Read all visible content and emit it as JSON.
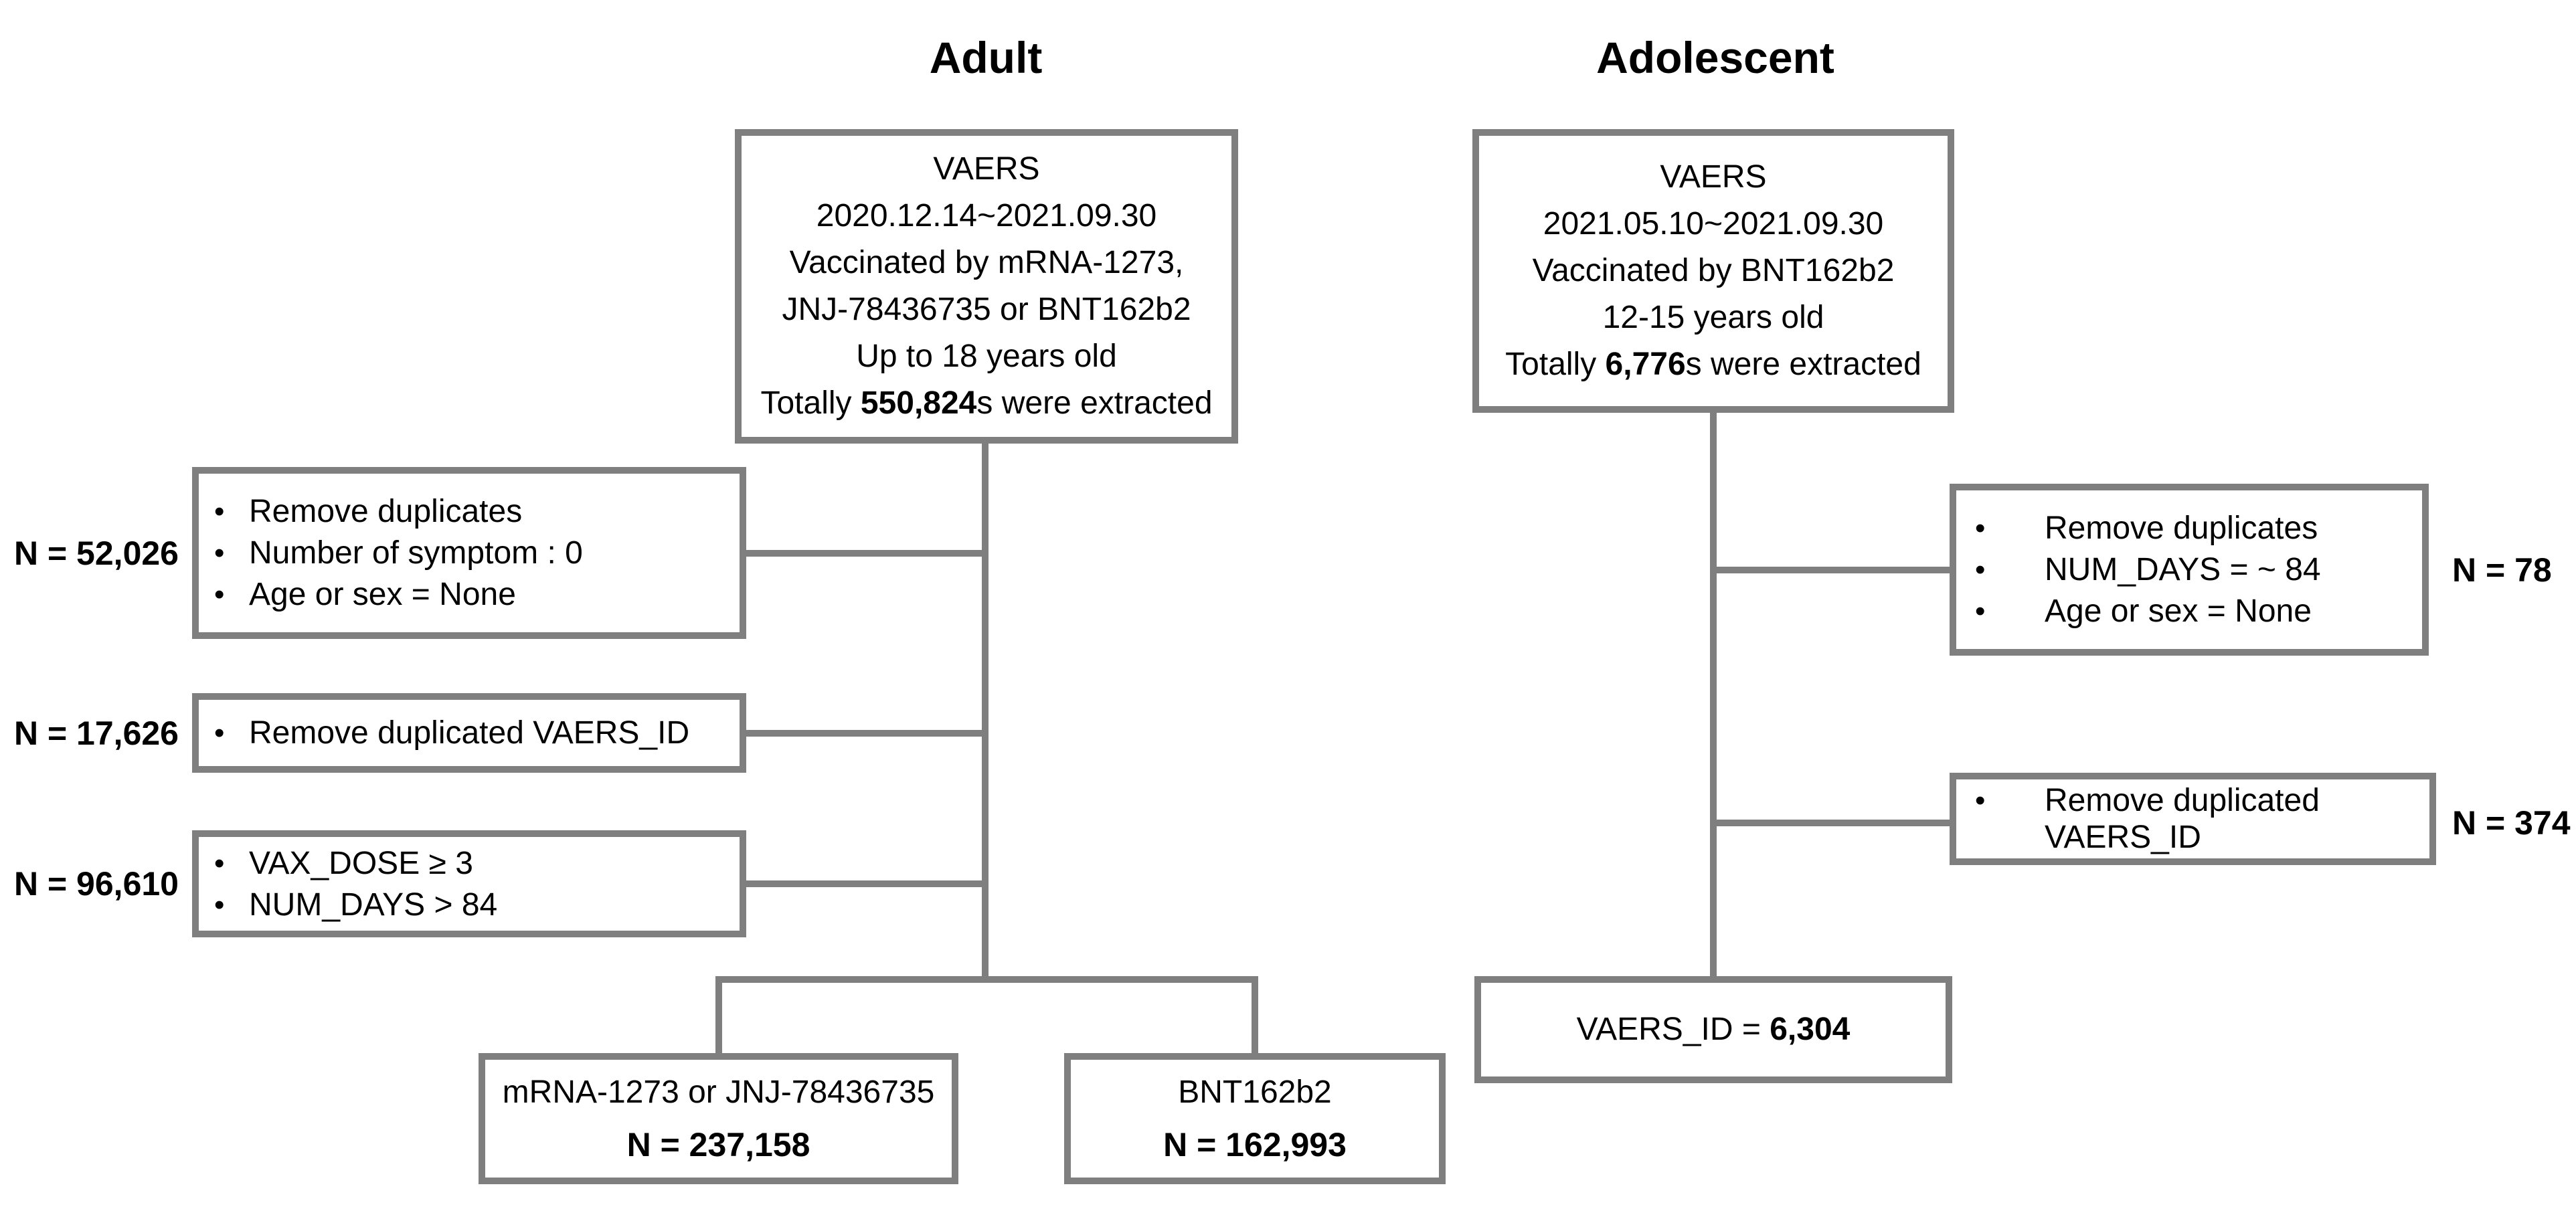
{
  "colors": {
    "connector": "#7f7f7f",
    "box_border": "#7f7f7f",
    "text": "#000000",
    "background": "#ffffff"
  },
  "adult": {
    "title": "Adult",
    "source_box": {
      "line1": "VAERS",
      "line2": "2020.12.14~2021.09.30",
      "line3": "Vaccinated by mRNA-1273,",
      "line4": "JNJ-78436735 or BNT162b2",
      "line5": "Up to 18 years old",
      "total_prefix": "Totally ",
      "total_bold": "550,824",
      "total_suffix": "s were extracted"
    },
    "exclusions": [
      {
        "n_label": "N = 52,026",
        "items": [
          "Remove duplicates",
          "Number of symptom : 0",
          "Age or sex = None"
        ]
      },
      {
        "n_label": "N = 17,626",
        "items": [
          "Remove duplicated VAERS_ID"
        ]
      },
      {
        "n_label": "N = 96,610",
        "items": [
          "VAX_DOSE ≥ 3",
          "NUM_DAYS > 84"
        ]
      }
    ],
    "outcomes": [
      {
        "name": "mRNA-1273 or JNJ-78436735",
        "count": "N = 237,158"
      },
      {
        "name": "BNT162b2",
        "count": "N = 162,993"
      }
    ]
  },
  "adolescent": {
    "title": "Adolescent",
    "source_box": {
      "line1": "VAERS",
      "line2": "2021.05.10~2021.09.30",
      "line3": "Vaccinated by BNT162b2",
      "line4": "12-15 years old",
      "total_prefix": "Totally ",
      "total_bold": "6,776",
      "total_suffix": "s were extracted"
    },
    "exclusions": [
      {
        "n_label": "N = 78",
        "items": [
          "Remove duplicates",
          "NUM_DAYS = ~ 84",
          "Age or sex = None"
        ]
      },
      {
        "n_label": "N = 374",
        "items": [
          "Remove duplicated VAERS_ID"
        ]
      }
    ],
    "final_box": {
      "prefix": "VAERS_ID = ",
      "bold": "6,304"
    }
  }
}
